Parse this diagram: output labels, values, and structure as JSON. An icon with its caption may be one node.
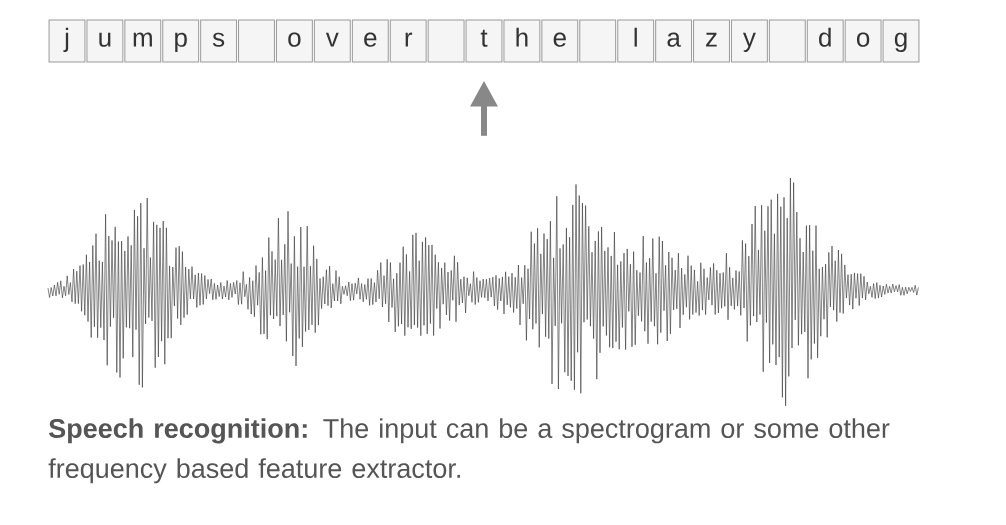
{
  "diagram": {
    "caption": "**Speech recognition:** The input can be a spectrogram or some other frequency based feature extractor.",
    "nodes": [
      {
        "text": [
          "j"
        ]
      },
      {
        "text": [
          "u"
        ]
      },
      {
        "text": [
          "m"
        ]
      },
      {
        "text": [
          "p"
        ]
      },
      {
        "text": [
          "s"
        ]
      },
      {
        "text": [],
        "shape": "box"
      },
      {
        "text": [
          "o"
        ]
      },
      {
        "text": [
          "v"
        ]
      },
      {
        "text": [
          "e"
        ]
      },
      {
        "text": [
          "r"
        ]
      },
      {
        "text": [],
        "shape": "box"
      },
      {
        "text": [
          "t"
        ]
      },
      {
        "text": [
          "h"
        ]
      },
      {
        "text": [
          "e"
        ]
      },
      {
        "text": [],
        "shape": "box"
      },
      {
        "text": [
          "l"
        ]
      },
      {
        "text": [
          "a"
        ]
      },
      {
        "text": [
          "z"
        ]
      },
      {
        "text": [
          "y"
        ]
      },
      {
        "text": [],
        "shape": "box"
      },
      {
        "text": [
          "d"
        ]
      },
      {
        "text": [
          "o"
        ]
      },
      {
        "text": [
          "g"
        ]
      },
      {
        "text": [],
        "shape": "picture"
      }
    ],
    "edges": [
      {
        "from": 23,
        "to": 11,
        "arrow": "to"
      }
    ]
  }
}
